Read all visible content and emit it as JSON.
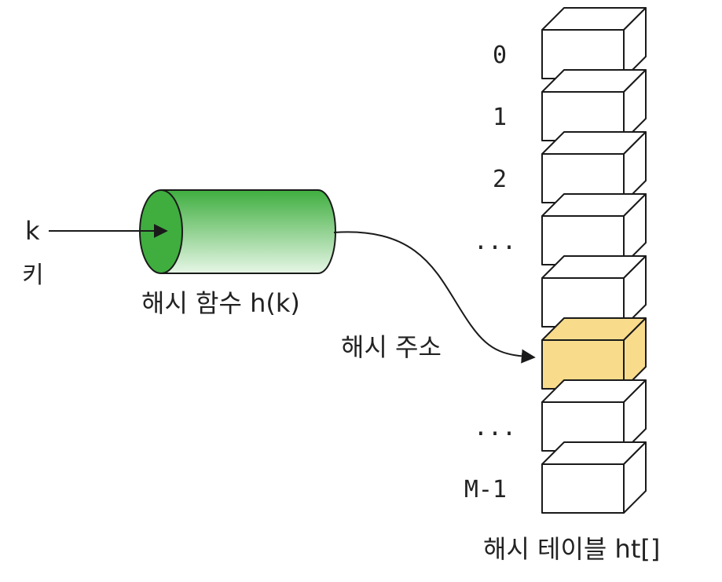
{
  "key": {
    "symbol": "k",
    "caption": "키"
  },
  "hash_function": {
    "caption": "해시 함수 h(k)"
  },
  "hash_address": {
    "caption": "해시 주소"
  },
  "hash_table": {
    "caption": "해시 테이블 ht[]",
    "index_labels": [
      "0",
      "1",
      "2",
      "...",
      "",
      "",
      "...",
      "M-1"
    ],
    "highlighted_slot": 5
  },
  "colors": {
    "cylinder_dark": "#3fae3f",
    "cylinder_light": "#e6f6e6",
    "slot_fill": "#ffffff",
    "highlight_fill": "#f8dc8c",
    "stroke": "#1a1a1a"
  }
}
